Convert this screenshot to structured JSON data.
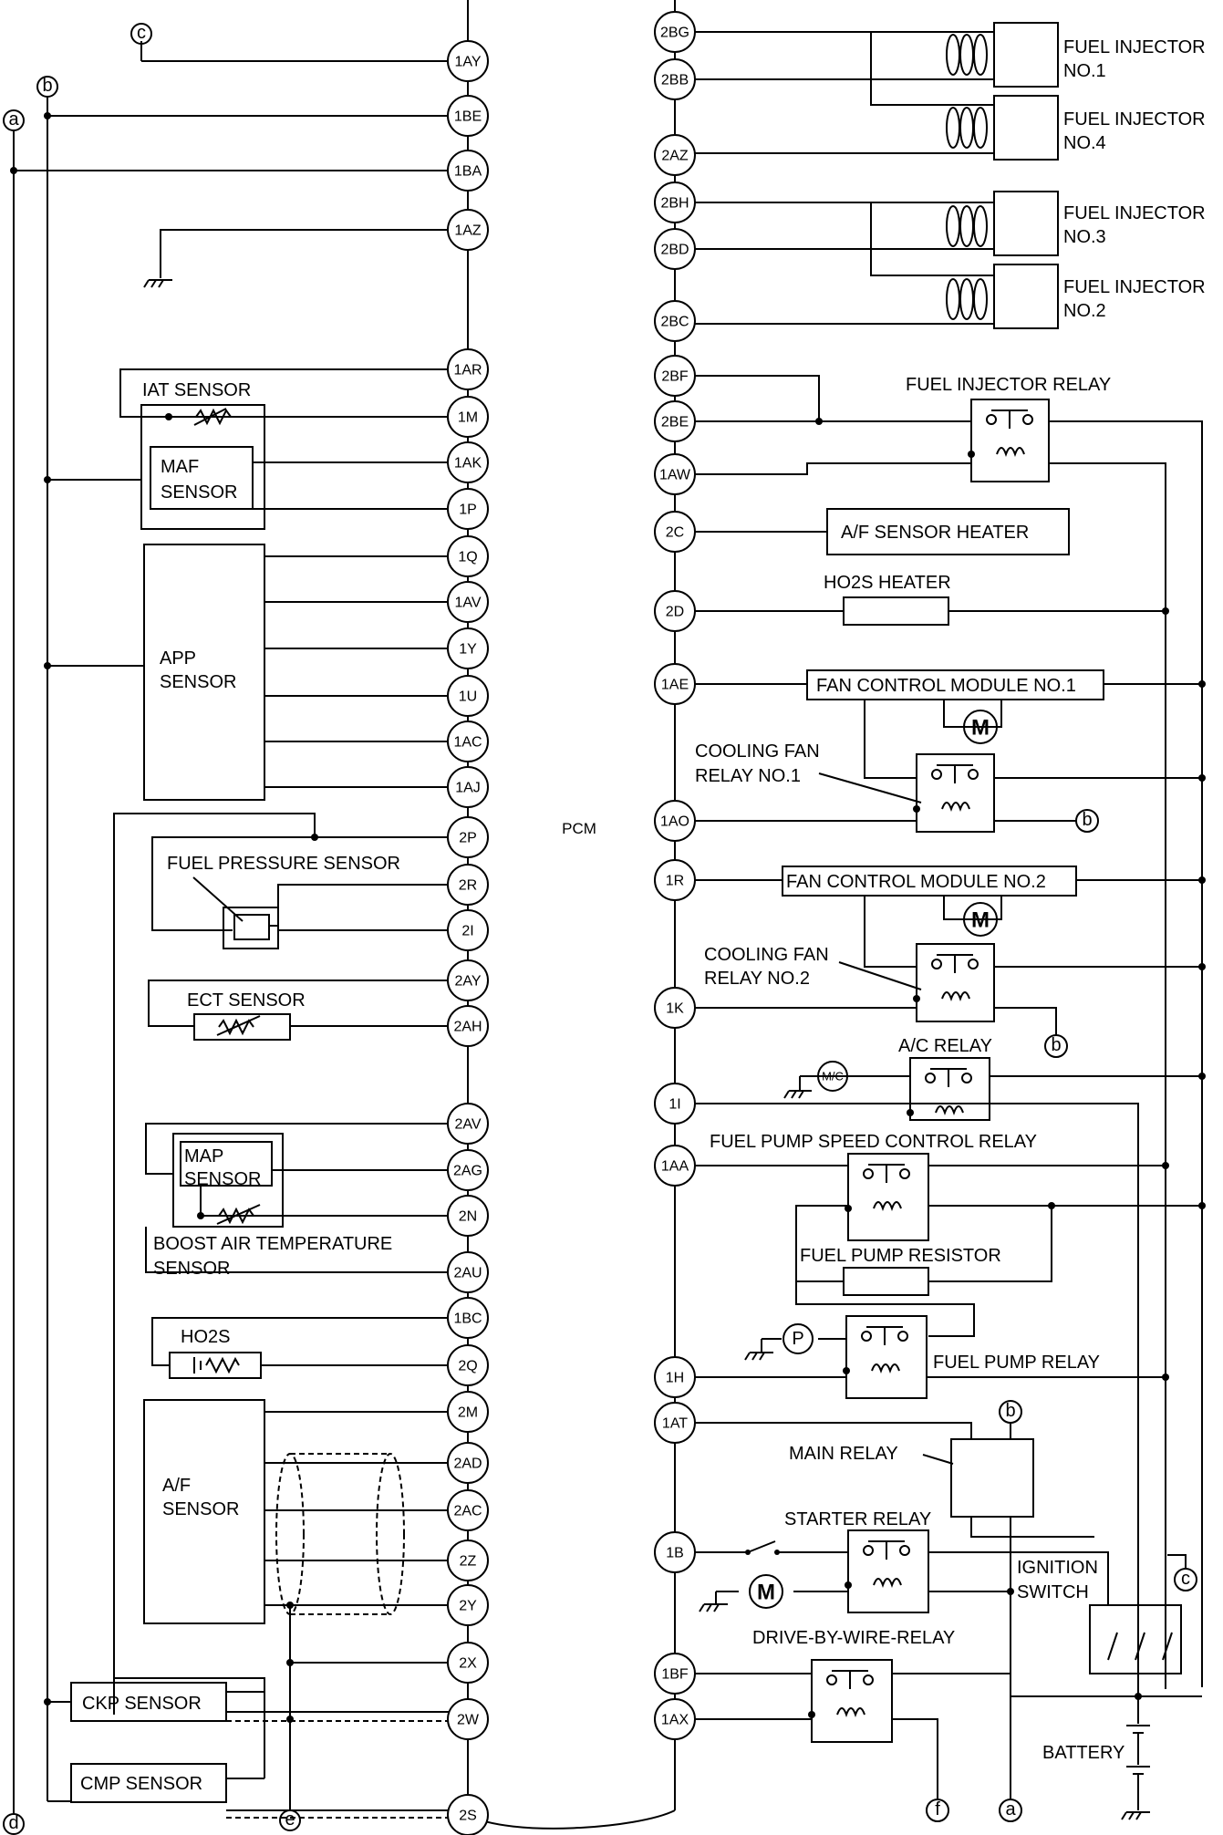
{
  "pcm_label": "PCM",
  "left_pins": [
    "1AY",
    "1BE",
    "1BA",
    "1AZ",
    "1AR",
    "1M",
    "1AK",
    "1P",
    "1Q",
    "1AV",
    "1Y",
    "1U",
    "1AC",
    "1AJ",
    "2P",
    "2R",
    "2I",
    "2AY",
    "2AH",
    "2AV",
    "2AG",
    "2N",
    "2AU",
    "1BC",
    "2Q",
    "2M",
    "2AD",
    "2AC",
    "2Z",
    "2Y",
    "2X",
    "2W",
    "2S"
  ],
  "right_pins": [
    "2BG",
    "2BB",
    "2AZ",
    "2BH",
    "2BD",
    "2BC",
    "2BF",
    "2BE",
    "1AW",
    "2C",
    "2D",
    "1AE",
    "1AO",
    "1R",
    "1K",
    "1I",
    "1AA",
    "1H",
    "1AT",
    "1B",
    "1BF",
    "1AX"
  ],
  "components": {
    "iat_sensor": "IAT SENSOR",
    "maf_sensor": [
      "MAF",
      "SENSOR"
    ],
    "app_sensor": [
      "APP",
      "SENSOR"
    ],
    "fuel_pressure_sensor": "FUEL PRESSURE SENSOR",
    "ect_sensor": "ECT SENSOR",
    "map_sensor": [
      "MAP",
      "SENSOR"
    ],
    "boost_air_temp_sensor": [
      "BOOST AIR TEMPERATURE",
      "SENSOR"
    ],
    "ho2s": "HO2S",
    "af_sensor": [
      "A/F",
      "SENSOR"
    ],
    "ckp_sensor": "CKP SENSOR",
    "cmp_sensor": "CMP SENSOR",
    "fuel_injector_1": [
      "FUEL INJECTOR",
      "NO.1"
    ],
    "fuel_injector_4": [
      "FUEL INJECTOR",
      "NO.4"
    ],
    "fuel_injector_3": [
      "FUEL INJECTOR",
      "NO.3"
    ],
    "fuel_injector_2": [
      "FUEL INJECTOR",
      "NO.2"
    ],
    "fuel_injector_relay": "FUEL INJECTOR RELAY",
    "af_sensor_heater": "A/F SENSOR HEATER",
    "ho2s_heater": "HO2S HEATER",
    "fan_control_module_1": "FAN CONTROL MODULE NO.1",
    "cooling_fan_relay_1": [
      "COOLING FAN",
      "RELAY NO.1"
    ],
    "fan_control_module_2": "FAN CONTROL MODULE NO.2",
    "cooling_fan_relay_2": [
      "COOLING FAN",
      "RELAY NO.2"
    ],
    "ac_relay": "A/C RELAY",
    "mc_label": "M/C",
    "fuel_pump_speed_control_relay": "FUEL PUMP SPEED CONTROL RELAY",
    "fuel_pump_resistor": "FUEL PUMP RESISTOR",
    "fuel_pump_relay": "FUEL PUMP RELAY",
    "pump_label": "P",
    "motor_label": "M",
    "main_relay": "MAIN RELAY",
    "starter_relay": "STARTER RELAY",
    "ignition_switch": [
      "IGNITION",
      "SWITCH"
    ],
    "drive_by_wire_relay": "DRIVE-BY-WIRE-RELAY",
    "battery": "BATTERY"
  },
  "connectors": {
    "a": "a",
    "b": "b",
    "c": "c",
    "d": "d",
    "e": "e",
    "f": "f"
  }
}
